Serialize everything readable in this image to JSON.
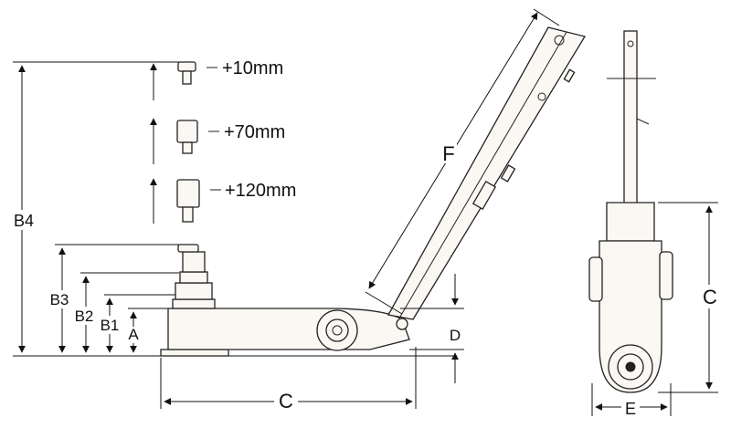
{
  "labels": {
    "B4": "B4",
    "B3": "B3",
    "B2": "B2",
    "B1": "B1",
    "A": "A",
    "D": "D",
    "F": "F",
    "C_bottom": "C",
    "C_side": "C",
    "E": "E"
  },
  "extensions": [
    {
      "label": "+10mm"
    },
    {
      "label": "+70mm"
    },
    {
      "label": "+120mm"
    }
  ],
  "colors": {
    "line": "#222222",
    "fill": "#fbf8f3",
    "background": "#ffffff"
  }
}
